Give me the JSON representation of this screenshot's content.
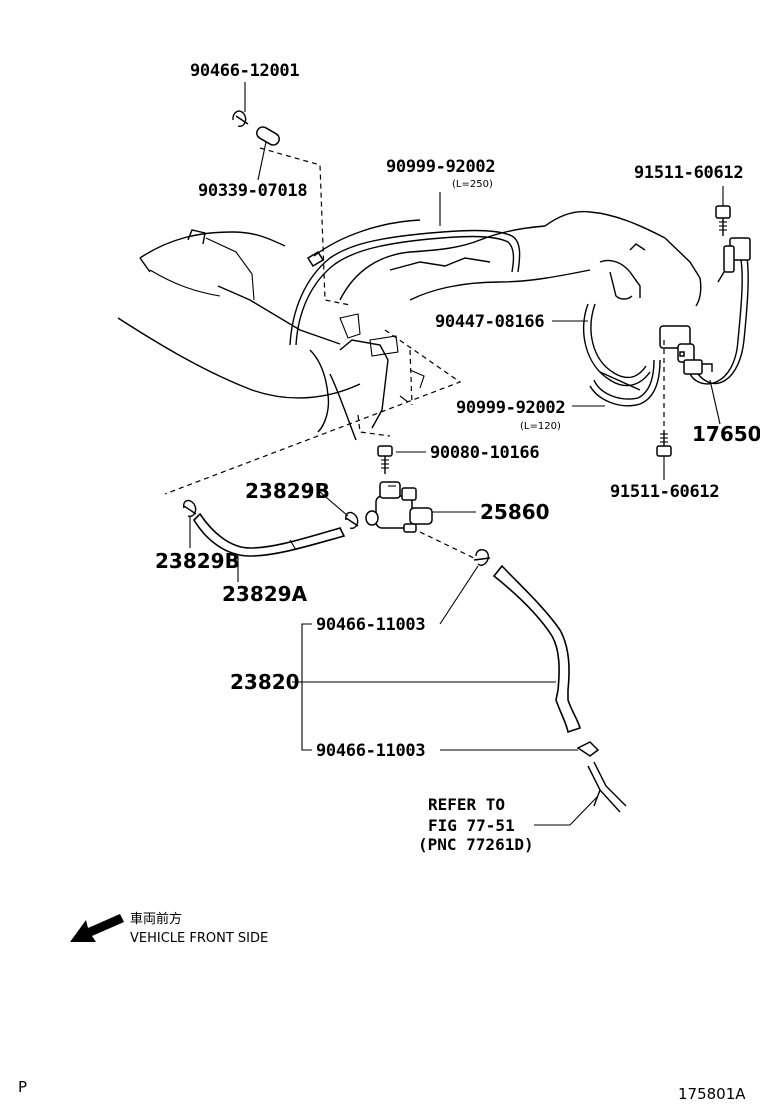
{
  "labels": {
    "p_90466_12001": "90466-12001",
    "p_90339_07018": "90339-07018",
    "p_90999_92002_a": "90999-92002",
    "len_250": "(L=250)",
    "p_91511_60612_a": "91511-60612",
    "p_90447_08166": "90447-08166",
    "p_90999_92002_b": "90999-92002",
    "len_120": "(L=120)",
    "p_17650": "17650",
    "p_90080_10166": "90080-10166",
    "p_91511_60612_b": "91511-60612",
    "p_23829B_a": "23829B",
    "p_25860": "25860",
    "p_23829B_b": "23829B",
    "p_23829A": "23829A",
    "p_90466_11003_a": "90466-11003",
    "p_23820": "23820",
    "p_90466_11003_b": "90466-11003"
  },
  "reference": {
    "line1": "REFER TO",
    "line2": "FIG 77-51",
    "line3": "(PNC 77261D)"
  },
  "vehicle_front": {
    "jp": "車両前方",
    "en": "VEHICLE FRONT SIDE"
  },
  "footer": {
    "left": "P",
    "right": "175801A"
  }
}
